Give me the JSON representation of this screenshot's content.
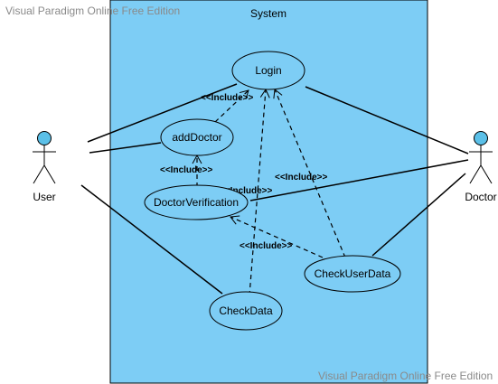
{
  "watermark": {
    "top": "Visual Paradigm Online Free Edition",
    "bottom": "Visual Paradigm Online Free Edition"
  },
  "system": {
    "label": "System"
  },
  "actors": {
    "user": {
      "label": "User"
    },
    "doctor": {
      "label": "Doctor"
    }
  },
  "use_cases": {
    "login": "Login",
    "add_doctor": "addDoctor",
    "doctor_verification": "DoctorVerification",
    "check_user_data": "CheckUserData",
    "check_data": "CheckData"
  },
  "stereotypes": {
    "add_doctor_login": "<<Include>>",
    "verification_add_doctor": "<<Include>>",
    "verification_center": "<<Include>>",
    "check_user_data_login": "<<Include>>",
    "check_user_data_verification": "<<Include>>"
  },
  "colors": {
    "system_fill": "#7dcdf5",
    "actor_head": "#5bc0e8",
    "watermark": "#8a8a8a",
    "line": "#000000"
  }
}
